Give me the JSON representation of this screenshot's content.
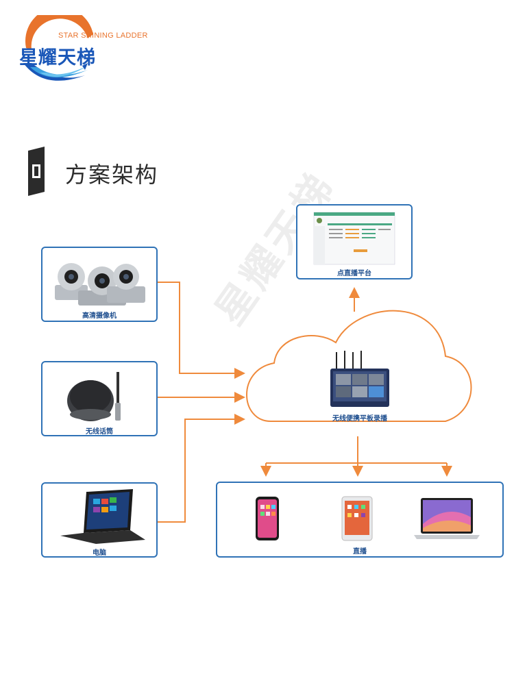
{
  "logo": {
    "en": "STAR SHINING LADDER",
    "cn": "星耀天梯"
  },
  "section": {
    "title": "方案架构"
  },
  "nodes": {
    "camera": "高清摄像机",
    "mic": "无线话筒",
    "laptop": "电脑",
    "platform": "点直播平台",
    "recorder": "无线便携平板录播",
    "live": "直播"
  },
  "watermark": "星耀天梯",
  "colors": {
    "border": "#2f72b6",
    "arrow": "#ef8a3c",
    "brand_blue": "#1a57b8",
    "brand_orange": "#e8732c"
  }
}
